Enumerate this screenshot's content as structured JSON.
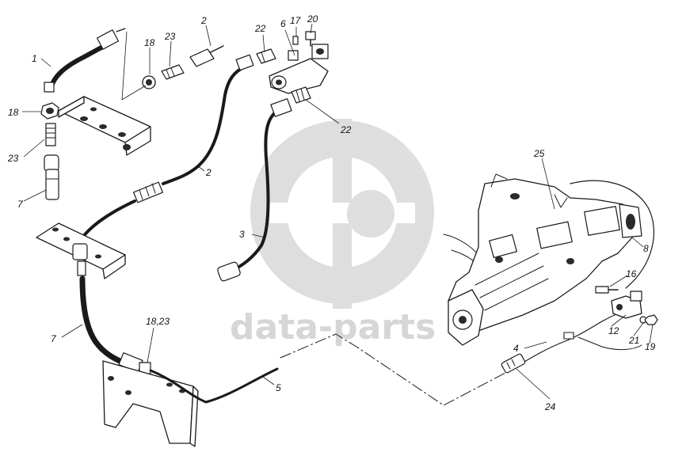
{
  "watermark": {
    "text": "data-parts",
    "color": "#bdbdbd"
  },
  "labels": {
    "l1": "1",
    "l2a": "2",
    "l2b": "2",
    "l3": "3",
    "l4": "4",
    "l5": "5",
    "l6": "6",
    "l7a": "7",
    "l7b": "7",
    "l8": "8",
    "l12": "12",
    "l16": "16",
    "l17": "17",
    "l18a": "18",
    "l18b": "18",
    "l1823": "18,23",
    "l19": "19",
    "l20": "20",
    "l21": "21",
    "l22a": "22",
    "l22b": "22",
    "l23a": "23",
    "l23b": "23",
    "l24": "24",
    "l25": "25"
  }
}
